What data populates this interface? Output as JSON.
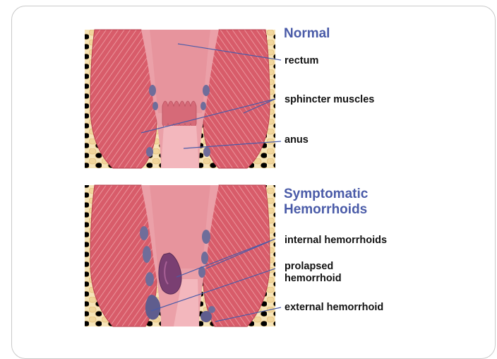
{
  "normal": {
    "heading": "Normal",
    "labels": {
      "rectum": "rectum",
      "sphincter": "sphincter muscles",
      "anus": "anus"
    }
  },
  "symptomatic": {
    "heading_line1": "Symptomatic",
    "heading_line2": "Hemorrhoids",
    "labels": {
      "internal": "internal hemorrhoids",
      "prolapsed_line1": "prolapsed",
      "prolapsed_line2": "hemorrhoid",
      "external": "external hemorrhoid"
    }
  },
  "colors": {
    "heading": "#4a5ba8",
    "leader_line": "#4a5ba8",
    "fat": "#f3dca8",
    "muscle": "#d8606d",
    "lumen": "#e9919c",
    "vein": "#6f6d9a"
  }
}
